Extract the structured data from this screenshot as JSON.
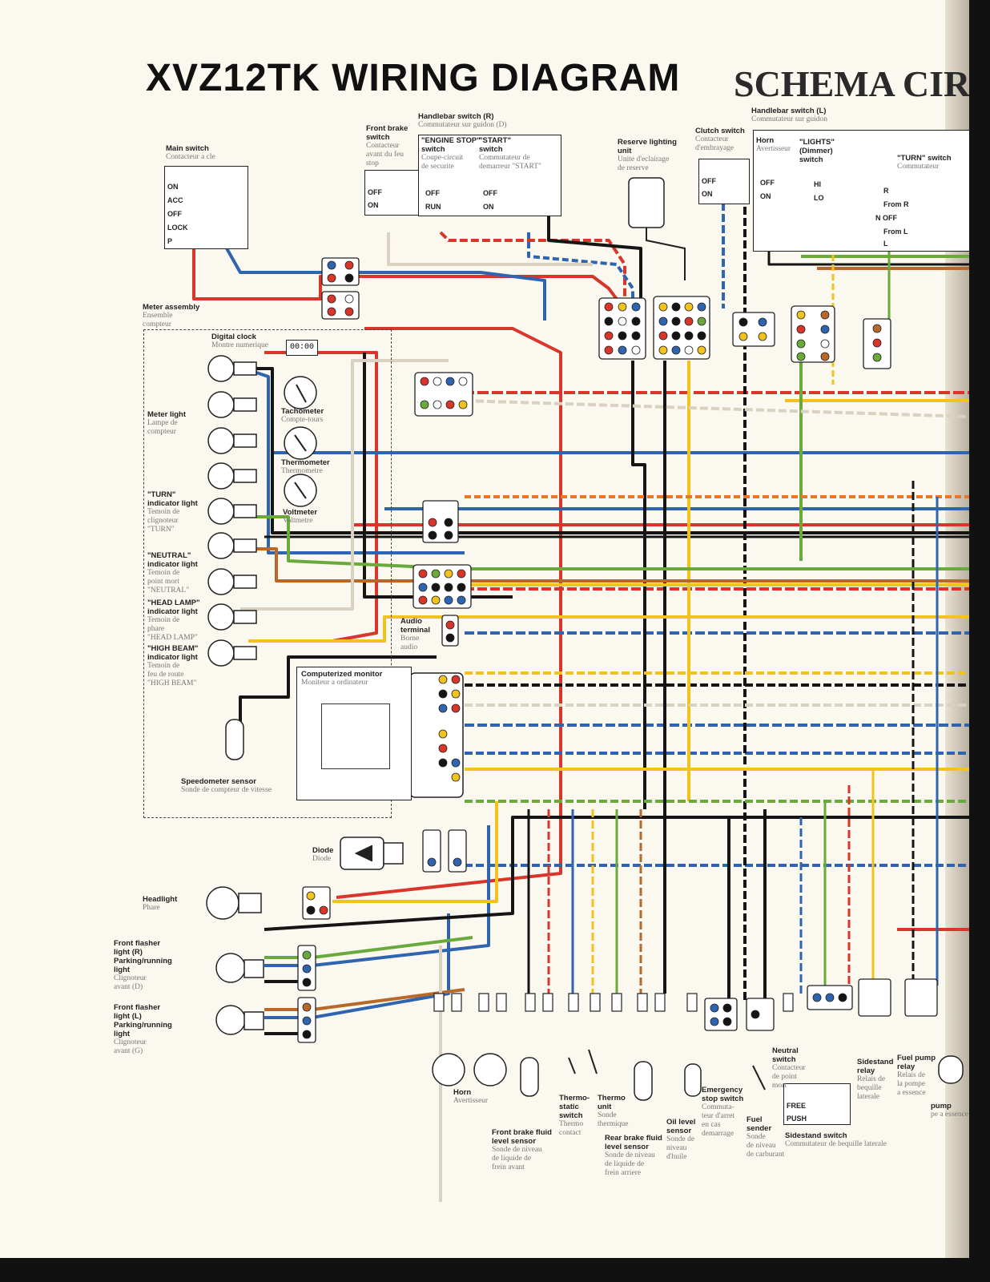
{
  "title": "XVZ12TK WIRING DIAGRAM",
  "title_fr": "SCHEMA CIR",
  "clock_display": "00:00",
  "components": [
    {
      "id": "main-switch",
      "name": "Main switch",
      "fr": "Contacteur a cle"
    },
    {
      "id": "front-brake-switch",
      "name": "Front brake\nswitch",
      "fr": "Contacteur\navant du feu\nstop"
    },
    {
      "id": "handlebar-switch-r",
      "name": "Handlebar switch (R)",
      "fr": "Commutateur sur guidon (D)"
    },
    {
      "id": "engine-stop-switch",
      "name": "\"ENGINE STOP\"\nswitch",
      "fr": "Coupe-circuit\nde securite"
    },
    {
      "id": "start-switch",
      "name": "\"START\"\nswitch",
      "fr": "Commutateur de\ndemarreur \"START\""
    },
    {
      "id": "reserve-lighting-unit",
      "name": "Reserve lighting\nunit",
      "fr": "Unite d'eclairage\nde reserve"
    },
    {
      "id": "clutch-switch",
      "name": "Clutch switch",
      "fr": "Contacteur\nd'embrayage"
    },
    {
      "id": "handlebar-switch-l",
      "name": "Handlebar switch (L)",
      "fr": "Commutateur sur guidon"
    },
    {
      "id": "horn-switch",
      "name": "Horn",
      "fr": "Avertisseur"
    },
    {
      "id": "lights-switch",
      "name": "\"LIGHTS\"\n(Dimmer)\nswitch",
      "fr": ""
    },
    {
      "id": "turn-switch",
      "name": "\"TURN\" switch",
      "fr": "Commutateur"
    },
    {
      "id": "meter-assembly",
      "name": "Meter assembly",
      "fr": "Ensemble\ncompteur"
    },
    {
      "id": "digital-clock",
      "name": "Digital clock",
      "fr": "Montre numerique"
    },
    {
      "id": "meter-light",
      "name": "Meter light",
      "fr": "Lampe de\ncompteur"
    },
    {
      "id": "tachometer",
      "name": "Tachometer",
      "fr": "Compte-tours"
    },
    {
      "id": "thermometer",
      "name": "Thermometer",
      "fr": "Thermometre"
    },
    {
      "id": "voltmeter",
      "name": "Voltmeter",
      "fr": "Voltmetre"
    },
    {
      "id": "turn-indicator",
      "name": "\"TURN\"\nindicator light",
      "fr": "Temoin de\nclignoteur\n\"TURN\""
    },
    {
      "id": "neutral-indicator",
      "name": "\"NEUTRAL\"\nindicator light",
      "fr": "Temoin de\npoint mort\n\"NEUTRAL\""
    },
    {
      "id": "headlamp-indicator",
      "name": "\"HEAD LAMP\"\nindicator light",
      "fr": "Temoin de\nphare\n\"HEAD LAMP\""
    },
    {
      "id": "highbeam-indicator",
      "name": "\"HIGH BEAM\"\nindicator light",
      "fr": "Temoin de\nfeu de route\n\"HIGH BEAM\""
    },
    {
      "id": "audio-terminal",
      "name": "Audio\nterminal",
      "fr": "Borne\naudio"
    },
    {
      "id": "computerized-monitor",
      "name": "Computerized monitor",
      "fr": "Moniteur a ordinateur"
    },
    {
      "id": "speedometer-sensor",
      "name": "Speedometer sensor",
      "fr": "Sonde de compteur de vitesse"
    },
    {
      "id": "diode",
      "name": "Diode",
      "fr": "Diode"
    },
    {
      "id": "headlight",
      "name": "Headlight",
      "fr": "Phare"
    },
    {
      "id": "front-flasher-r",
      "name": "Front flasher\nlight (R)\nParking/running\nlight",
      "fr": "Clignoteur\navant (D)"
    },
    {
      "id": "front-flasher-l",
      "name": "Front flasher\nlight (L)\nParking/running\nlight",
      "fr": "Clignoteur\navant (G)"
    },
    {
      "id": "horn",
      "name": "Horn",
      "fr": "Avertisseur"
    },
    {
      "id": "front-brake-fluid",
      "name": "Front brake fluid\nlevel sensor",
      "fr": "Sonde de niveau\nde liquide de\nfrein avant"
    },
    {
      "id": "thermostatic-switch",
      "name": "Thermo-\nstatic\nswitch",
      "fr": "Thermo\ncontact"
    },
    {
      "id": "thermo-unit",
      "name": "Thermo\nunit",
      "fr": "Sonde\nthermique"
    },
    {
      "id": "rear-brake-fluid",
      "name": "Rear brake fluid\nlevel sensor",
      "fr": "Sonde de niveau\nde liquide de\nfrein arriere"
    },
    {
      "id": "oil-level-sensor",
      "name": "Oil level\nsensor",
      "fr": "Sonde de\nniveau\nd'huile"
    },
    {
      "id": "emergency-stop-switch",
      "name": "Emergency\nstop switch",
      "fr": "Commuta-\nteur d'arret\nen cas\ndemarrage"
    },
    {
      "id": "fuel-sender",
      "name": "Fuel\nsender",
      "fr": "Sonde\nde niveau\nde carburant"
    },
    {
      "id": "neutral-switch",
      "name": "Neutral\nswitch",
      "fr": "Contacteur\nde point\nmort"
    },
    {
      "id": "sidestand-switch",
      "name": "Sidestand switch",
      "fr": "Commutateur de bequille laterale"
    },
    {
      "id": "sidestand-relay",
      "name": "Sidestand\nrelay",
      "fr": "Relais de\nbequille\nlaterale"
    },
    {
      "id": "fuel-pump-relay",
      "name": "Fuel pump\nrelay",
      "fr": "Relais de\nla pompe\na essence"
    },
    {
      "id": "pump",
      "name": "pump",
      "fr": "pe a essence"
    }
  ],
  "switch_states": {
    "main": [
      "ON",
      "ACC",
      "OFF",
      "LOCK",
      "P"
    ],
    "front_brake": [
      "OFF",
      "ON"
    ],
    "engine_stop": [
      "OFF",
      "RUN"
    ],
    "start": [
      "OFF",
      "ON"
    ],
    "clutch": [
      "OFF",
      "ON"
    ],
    "horn": [
      "OFF",
      "ON"
    ],
    "lights": [
      "HI",
      "LO"
    ],
    "turn": [
      "R",
      "From R",
      "N OFF",
      "From L",
      "L"
    ],
    "sidestand": [
      "FREE",
      "PUSH"
    ]
  },
  "colors": {
    "red": "#d8362a",
    "blue": "#2e64b0",
    "black": "#151515",
    "yellow": "#f2c31e",
    "green": "#6aaa3a",
    "brown": "#b8692a",
    "white": "#d9d2c2",
    "orange": "#e3782a"
  }
}
